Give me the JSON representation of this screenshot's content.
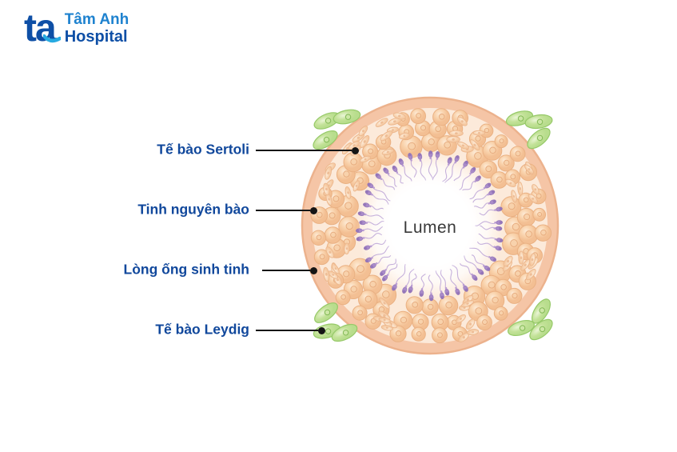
{
  "header": {
    "logo_mark": "ta",
    "brand_name": "Tâm Anh",
    "brand_subtitle": "Hospital"
  },
  "labels": [
    {
      "id": "sertoli",
      "text": "Tế bào Sertoli"
    },
    {
      "id": "spermatogonia",
      "text": "Tinh nguyên bào"
    },
    {
      "id": "tubule-lumen",
      "text": "Lòng ống sinh tinh"
    },
    {
      "id": "leydig",
      "text": "Tế bào Leydig"
    }
  ],
  "diagram": {
    "center_label": "Lumen"
  },
  "colors": {
    "label_text": "#11489c",
    "pointer": "#151515",
    "lumen_text": "#3a3a3a",
    "logo_dark_blue": "#0e4fa6",
    "logo_light_blue": "#27aae1",
    "brand_top_blue": "#1e82cf",
    "wall_fill": "#f5c5a6",
    "wall_edge": "#ecb28d",
    "inner_bg": "#fceada",
    "cell_fill_light": "#fdead5",
    "cell_fill": "#f9d2ab",
    "cell_edge": "#eab183",
    "cell_nucleus": "#f8d2ac",
    "cell_nucleus_edge": "#e5a87a",
    "rice_fill_light": "#fdecd9",
    "rice_fill": "#f6cba4",
    "rice_edge": "#ecb78d",
    "sperm_head": "#a98bc9",
    "sperm_head_dark": "#9070b5",
    "sperm_neck": "#bb9ed4",
    "sperm_tail": "#c0a8d8",
    "leydig_fill_light": "#eaf5d6",
    "leydig_fill": "#b8dd8d",
    "leydig_edge": "#96c968",
    "leydig_nucleus_fill": "#cde7a6",
    "leydig_nucleus_edge": "#82b955",
    "lumen": "#ffffff"
  }
}
